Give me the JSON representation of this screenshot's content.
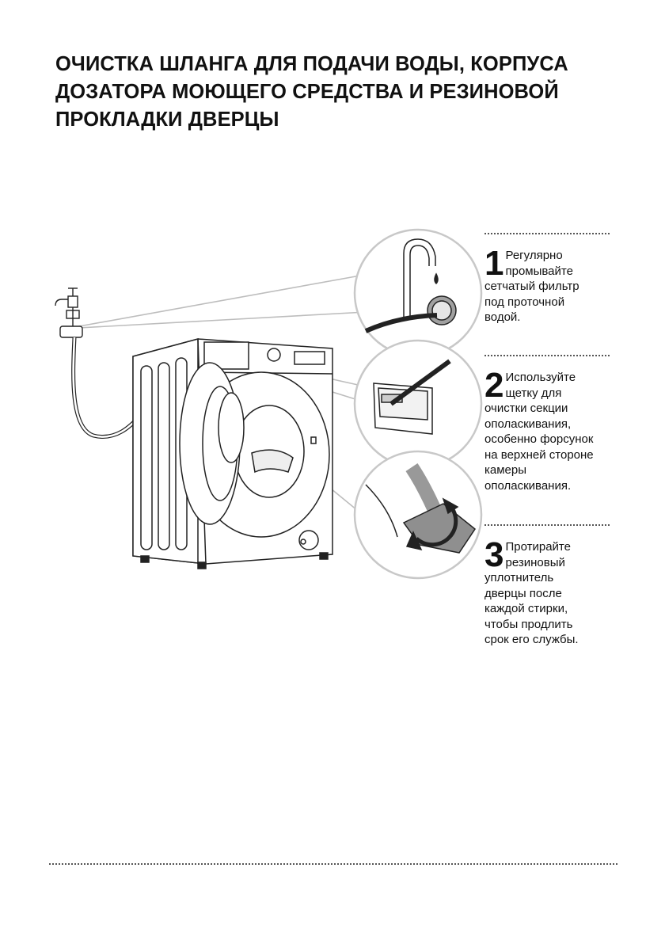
{
  "page": {
    "title": "ОЧИСТКА ШЛАНГА ДЛЯ ПОДАЧИ ВОДЫ, КОРПУСА ДОЗАТОРА МОЮЩЕГО СРЕДСТВА И РЕЗИНОВОЙ ПРОКЛАДКИ ДВЕРЦЫ"
  },
  "steps": [
    {
      "number": "1",
      "text": "Регулярно\nпромывайте\nсетчатый фильтр\nпод проточной\nводой."
    },
    {
      "number": "2",
      "text": "Используйте\nщетку для\nочистки секции\nополаскивания,\nособенно форсунок\nна верхней стороне\nкамеры\nополаскивания."
    },
    {
      "number": "3",
      "text": "Протирайте\nрезиновый\nуплотнитель\nдверцы после\nкаждой стирки,\nчтобы продлить\nсрок его службы."
    }
  ],
  "colors": {
    "line": "#222222",
    "circle_outline": "#c8c8c8",
    "gray_fill": "#9a9a9a",
    "light_gray": "#d9d9d9"
  }
}
